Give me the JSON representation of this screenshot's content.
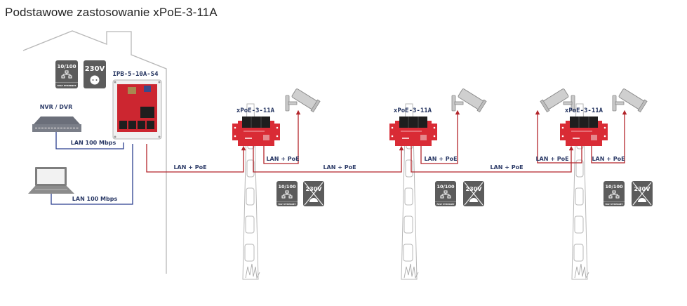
{
  "title": "Podstawowe zastosowanie xPoE-3-11A",
  "colors": {
    "poe_line": "#b3252b",
    "lan_line": "#2b3f8f",
    "outline": "#b8b8b8",
    "badge": "#5c5c5c",
    "board": "#d92b35",
    "label": "#2b3a67"
  },
  "house": {
    "psu_label": "IPB-5-10A-S4",
    "nvr_label": "NVR / DVR",
    "nvr_link": "LAN 100 Mbps",
    "laptop_link": "LAN 100 Mbps",
    "badges": {
      "ethernet": {
        "speed": "10/100",
        "caption": "FAST ETHERNET",
        "icon": "network-icon"
      },
      "power": {
        "voltage": "230V",
        "icon": "socket-icon"
      }
    }
  },
  "links": {
    "psu_to_poe1": "LAN + PoE",
    "poe1_to_poe2": "LAN + PoE",
    "poe2_to_poe3": "LAN + PoE"
  },
  "poles": [
    {
      "device": "xPoE-3-11A",
      "camera_links": [
        "LAN + PoE"
      ],
      "badges": {
        "speed": "10/100",
        "caption": "FAST ETHERNET",
        "power": "230V",
        "power_crossed": true
      }
    },
    {
      "device": "xPoE-3-11A",
      "camera_links": [
        "LAN + PoE"
      ],
      "badges": {
        "speed": "10/100",
        "caption": "FAST ETHERNET",
        "power": "230V",
        "power_crossed": true
      }
    },
    {
      "device": "xPoE-3-11A",
      "camera_links": [
        "LAN + PoE",
        "LAN + PoE"
      ],
      "badges": {
        "speed": "10/100",
        "caption": "FAST ETHERNET",
        "power": "230V",
        "power_crossed": true
      }
    }
  ]
}
